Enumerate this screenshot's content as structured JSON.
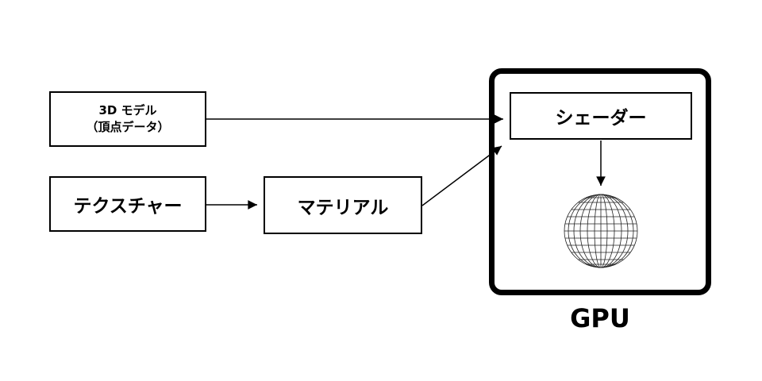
{
  "diagram": {
    "background_color": "#ffffff",
    "line_color": "#000000",
    "nodes": {
      "model": {
        "line1": "3D モデル",
        "line2": "（頂点データ）"
      },
      "texture": {
        "label": "テクスチャー"
      },
      "material": {
        "label": "マテリアル"
      },
      "shader": {
        "label": "シェーダー"
      },
      "gpu": {
        "label": "GPU"
      }
    },
    "edges": [
      {
        "from": "model",
        "to": "shader"
      },
      {
        "from": "texture",
        "to": "material"
      },
      {
        "from": "material",
        "to": "shader"
      },
      {
        "from": "shader",
        "to": "render-output-sphere"
      }
    ],
    "icons": {
      "render_output": "wireframe-sphere-icon"
    }
  }
}
